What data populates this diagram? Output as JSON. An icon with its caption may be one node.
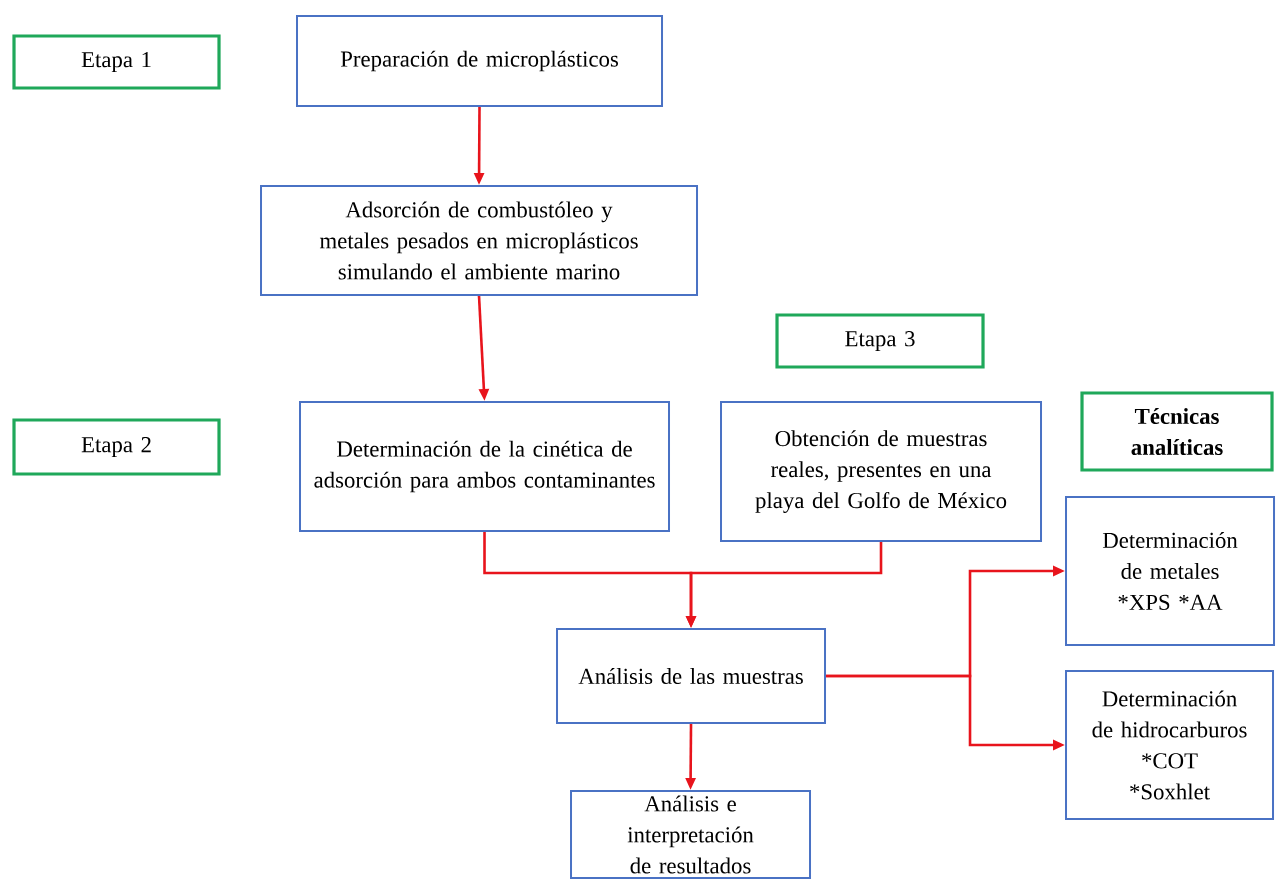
{
  "diagram": {
    "nodes": [
      {
        "text": [
          "Etapa 1"
        ]
      },
      {
        "text": [
          "Preparación de microplásticos"
        ]
      },
      {
        "text": [
          "Adsorción de combustóleo y metales pesados en microplásticos simulando el ambiente marino"
        ]
      },
      {
        "text": [
          "Etapa 3"
        ]
      },
      {
        "text": [
          "Etapa 2"
        ]
      },
      {
        "text": [
          "Determinación de la cinética de adsorción para ambos contaminantes"
        ]
      },
      {
        "text": [
          "Obtención de muestras reales, presentes en una playa del Golfo de México"
        ]
      },
      {
        "text": [
          "Técnicas analíticas"
        ]
      },
      {
        "text": [
          "Determinación de metales",
          "*XPS *AA"
        ]
      },
      {
        "text": [
          "Análisis de las muestras"
        ]
      },
      {
        "text": [
          "Determinación de hidrocarburos",
          "*COT",
          "*Soxhlet"
        ]
      },
      {
        "text": [
          "Análisis e interpretación de resultados"
        ]
      }
    ],
    "edges": [
      {
        "from": 1,
        "to": 2,
        "arrow": "to"
      },
      {
        "from": 2,
        "to": 5,
        "arrow": "to"
      },
      {
        "from": 5,
        "to": 9,
        "arrow": "to"
      },
      {
        "from": 6,
        "to": 9,
        "arrow": "to"
      },
      {
        "from": 9,
        "to": 8,
        "arrow": "to"
      },
      {
        "from": 9,
        "to": 10,
        "arrow": "to"
      },
      {
        "from": 9,
        "to": 11,
        "arrow": "to"
      }
    ]
  }
}
